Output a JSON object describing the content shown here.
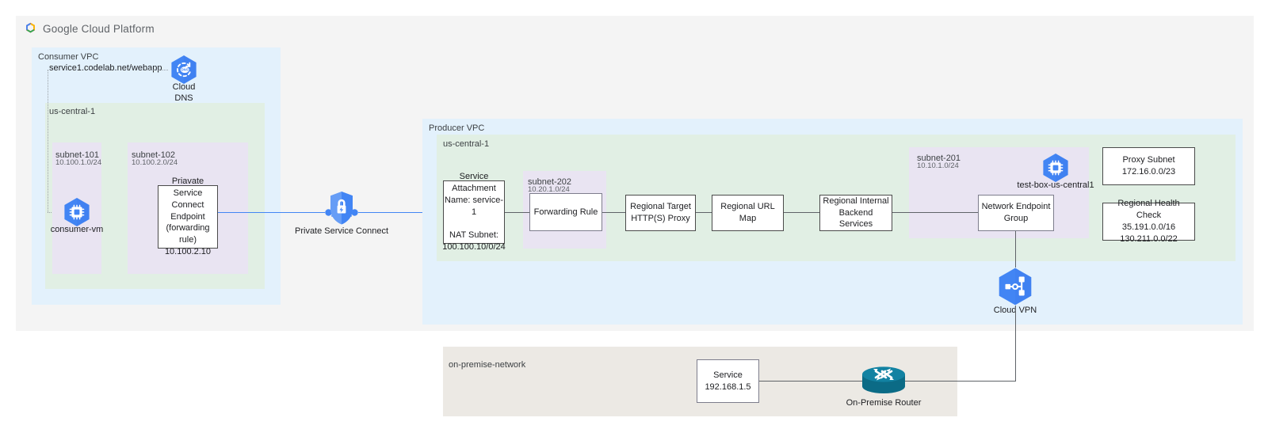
{
  "header": {
    "logo_icon": "google-cloud-platform-logo",
    "title": "Google Cloud Platform"
  },
  "consumer_vpc": {
    "label": "Consumer VPC",
    "region_label": "us-central-1",
    "dns_record": "service1.codelab.net/webapp",
    "cloud_dns": {
      "icon": "cloud-dns-icon",
      "line1": "Cloud",
      "line2": "DNS"
    },
    "subnets": [
      {
        "name": "subnet-101",
        "cidr": "10.100.1.0/24"
      },
      {
        "name": "subnet-102",
        "cidr": "10.100.2.0/24"
      }
    ],
    "consumer_vm": {
      "icon": "compute-engine-icon",
      "label": "consumer-vm"
    },
    "psc_endpoint": {
      "line1": "Priavate Service",
      "line2": "Connect Endpoint",
      "line3": "(forwarding rule)",
      "line4": "10.100.2.10"
    }
  },
  "private_service_connect": {
    "icon": "private-service-connect-icon",
    "label": "Private Service Connect"
  },
  "producer_vpc": {
    "label": "Producer VPC",
    "region_label": "us-central-1",
    "service_attachment": {
      "line1": "Service",
      "line2": "Attachment",
      "line3": "Name: service-1",
      "line4": "NAT Subnet:",
      "line5": "100.100.10/0/24"
    },
    "subnet_202": {
      "name": "subnet-202",
      "cidr": "10.20.1.0/24"
    },
    "forwarding_rule": "Forwarding Rule",
    "target_proxy": {
      "line1": "Regional Target",
      "line2": "HTTP(S) Proxy"
    },
    "url_map": "Regional URL Map",
    "backend_services": {
      "line1": "Regional Internal",
      "line2": "Backend Services"
    },
    "subnet_201": {
      "name": "subnet-201",
      "cidr": "10.10.1.0/24"
    },
    "test_box": {
      "icon": "compute-engine-icon",
      "label": "test-box-us-central1"
    },
    "neg": {
      "line1": "Network Endpoint",
      "line2": "Group"
    },
    "proxy_subnet": {
      "line1": "Proxy Subnet",
      "line2": "172.16.0.0/23"
    },
    "health_check": {
      "line1": "Regional Health Check",
      "line2": "35.191.0.0/16",
      "line3": "130.211.0.0/22"
    }
  },
  "cloud_vpn": {
    "icon": "cloud-vpn-icon",
    "label": "Cloud VPN"
  },
  "on_premise": {
    "label": "on-premise-network",
    "service": {
      "line1": "Service",
      "line2": "192.168.1.5"
    },
    "router": {
      "icon": "on-premise-router-icon",
      "label": "On-Premise Router"
    }
  },
  "colors": {
    "canvas": "#f4f4f4",
    "vpc": "#e3f1fc",
    "region": "#e1efe4",
    "subnet": "#e9e4f2",
    "onprem": "#ece9e4",
    "gcp_blue": "#4285f4",
    "line": "#5f6368",
    "router_teal": "#0b6b86"
  }
}
